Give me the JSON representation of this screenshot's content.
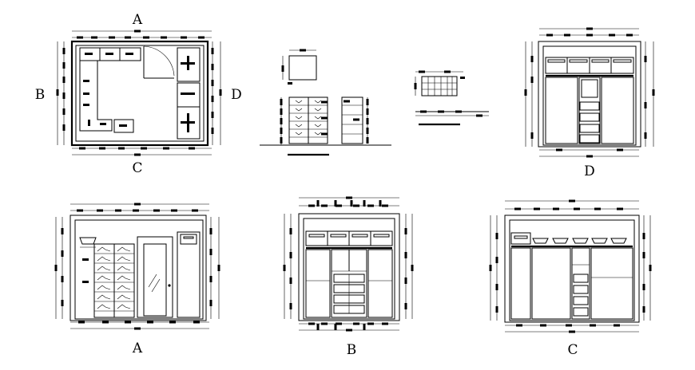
{
  "labels": {
    "plan_top": "A",
    "plan_left": "B",
    "plan_right": "D",
    "plan_bottom": "C",
    "elev_d": "D",
    "elev_a": "A",
    "elev_b": "B",
    "elev_c": "C"
  }
}
